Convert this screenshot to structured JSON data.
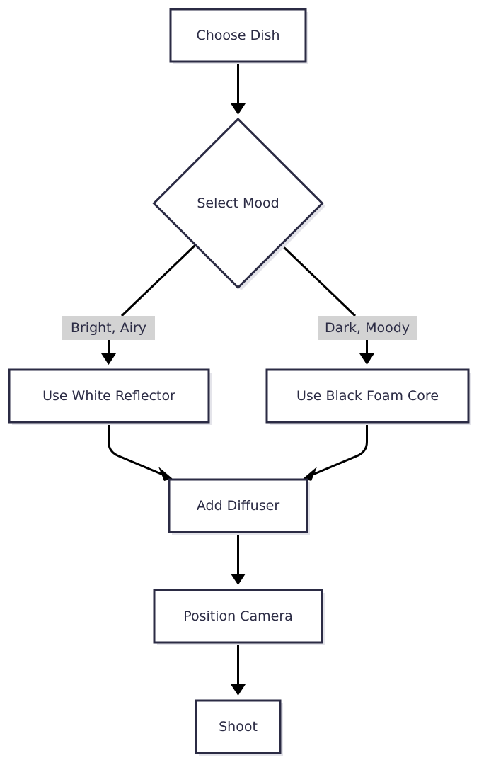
{
  "nodes": {
    "choose_dish": "Choose Dish",
    "select_mood": "Select Mood",
    "use_white_reflector": "Use White Reflector",
    "use_black_foam_core": "Use Black Foam Core",
    "add_diffuser": "Add Diffuser",
    "position_camera": "Position Camera",
    "shoot": "Shoot"
  },
  "edge_labels": {
    "bright": "Bright, Airy",
    "dark": "Dark, Moody"
  },
  "colors": {
    "node_border": "#2b2b44",
    "node_fill": "#ffffff",
    "edge": "#000000",
    "edge_label_bg": "#d3d3d3"
  }
}
